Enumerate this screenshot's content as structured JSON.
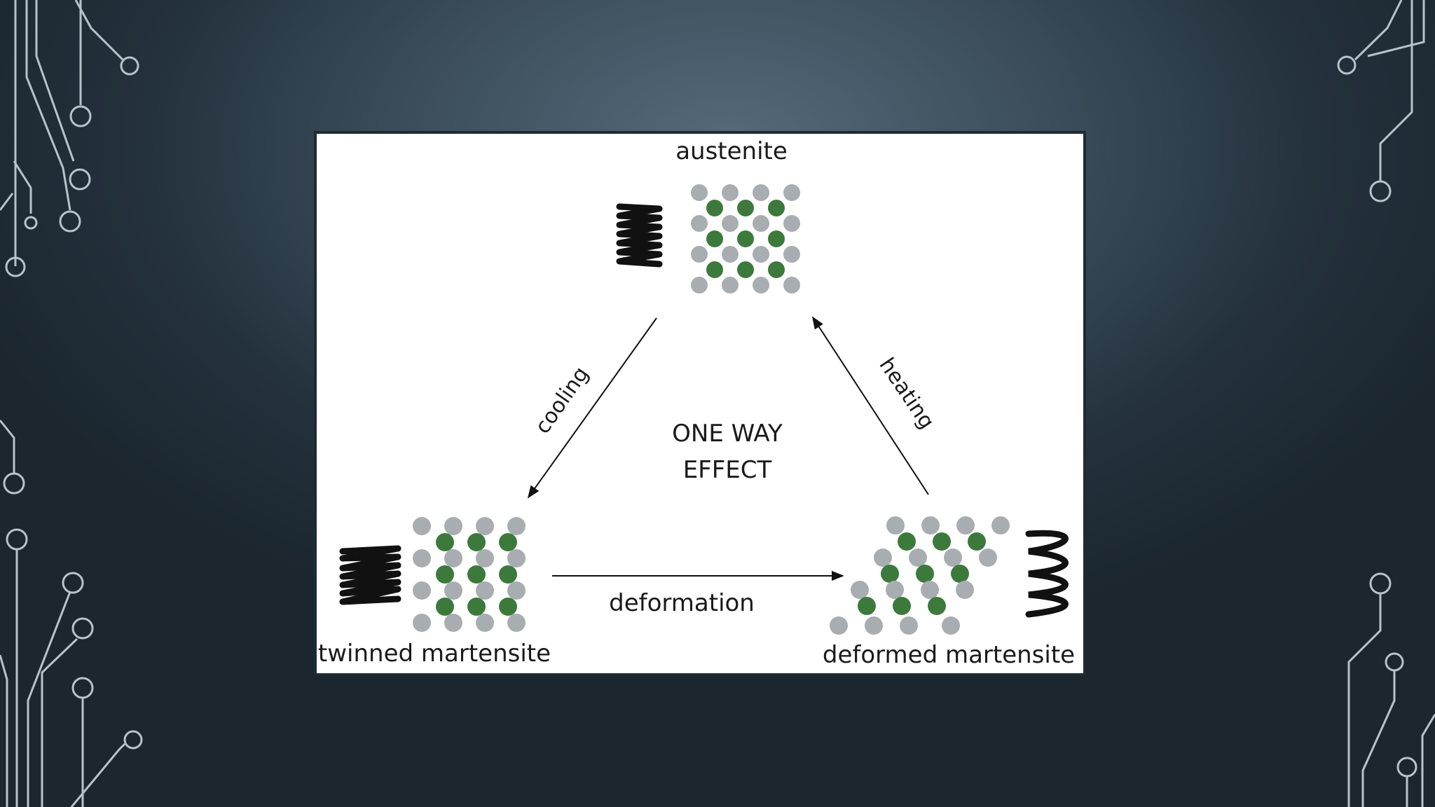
{
  "diagram": {
    "states": {
      "austenite": "austenite",
      "twinned": "twinned martensite",
      "deformed": "deformed martensite"
    },
    "transitions": {
      "cooling": "cooling",
      "heating": "heating",
      "deformation": "deformation"
    },
    "center_label": [
      "ONE WAY",
      "EFFECT"
    ]
  },
  "colors": {
    "background": "#2c3b47",
    "atom_green": "#3b7a3b",
    "atom_gray": "#a8adb1",
    "line": "#b7c3cb"
  }
}
